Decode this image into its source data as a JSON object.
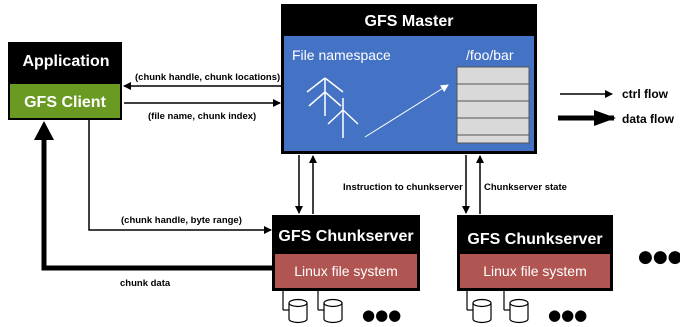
{
  "application": {
    "title": "Application",
    "client": "GFS Client"
  },
  "master": {
    "title": "GFS Master",
    "namespace": "File namespace",
    "path": "/foo/bar"
  },
  "chunkservers": [
    {
      "title": "GFS Chunkserver",
      "fs": "Linux file system"
    },
    {
      "title": "GFS Chunkserver",
      "fs": "Linux file system"
    }
  ],
  "edges": {
    "chunk_locations": "(chunk handle, chunk locations)",
    "file_index": "(file name, chunk index)",
    "handle_range": "(chunk handle, byte range)",
    "chunk_data": "chunk data",
    "instruction": "Instruction to chunkserver",
    "state": "Chunkserver state"
  },
  "legend": {
    "ctrl": "ctrl flow",
    "data": "data flow"
  },
  "more": "●●●",
  "colors": {
    "black": "#000000",
    "green": "#6a9a22",
    "blue": "#4472c4",
    "red": "#b05552",
    "gray": "#d9d9d9"
  }
}
